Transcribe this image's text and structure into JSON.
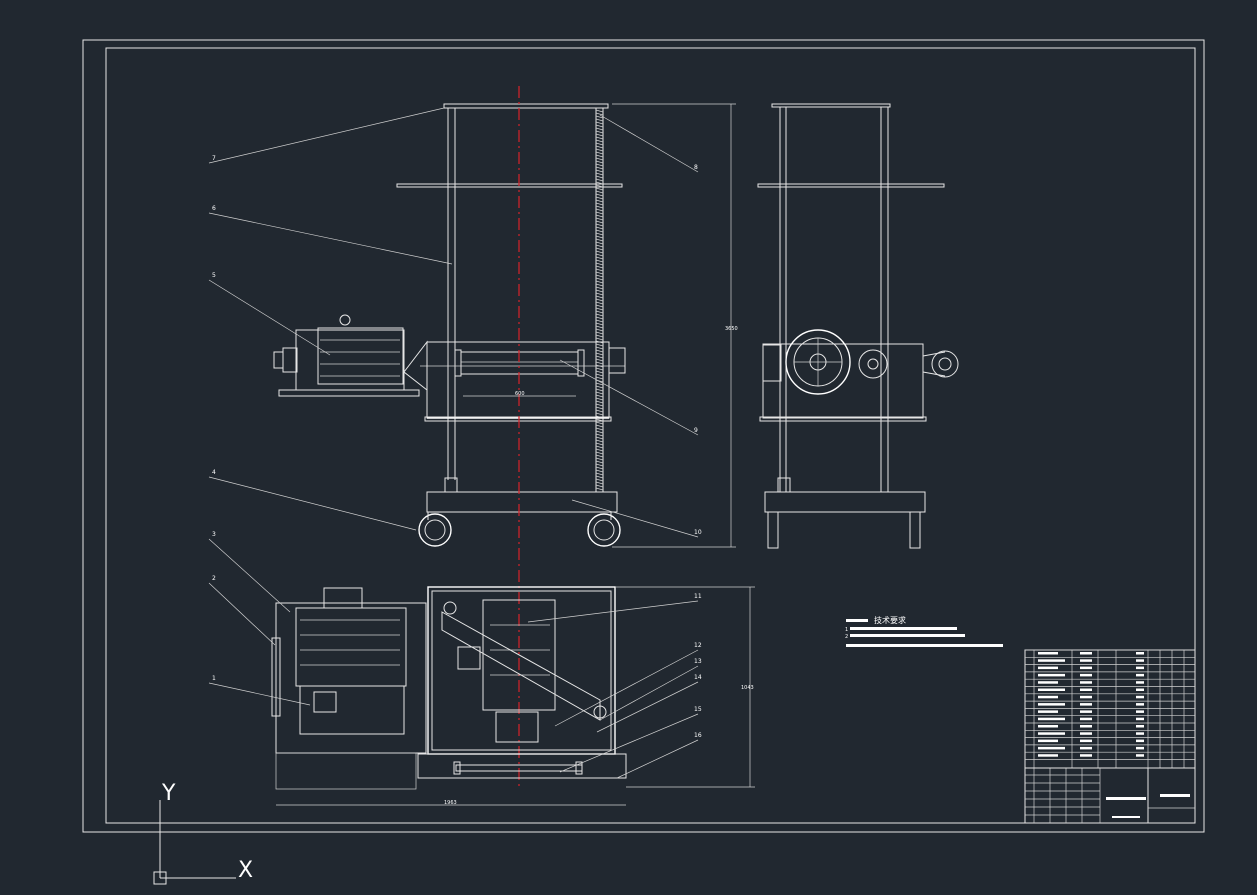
{
  "drawing": {
    "part_labels": [
      "1",
      "2",
      "3",
      "4",
      "5",
      "6",
      "7",
      "8",
      "9",
      "10",
      "11",
      "12",
      "13",
      "14",
      "15",
      "16"
    ],
    "dimensions": {
      "overall_height": "3650",
      "drum_width": "600",
      "plan_depth": "1043",
      "plan_width": "1963"
    },
    "tech_requirements_title": "技术要求",
    "tech_requirements_items": [
      "1",
      "2"
    ]
  },
  "ucs_icon": {
    "x_label": "X",
    "y_label": "Y"
  },
  "colors": {
    "background": "#212830",
    "lines": "#e6e6e6",
    "centerline": "#d8232a"
  }
}
